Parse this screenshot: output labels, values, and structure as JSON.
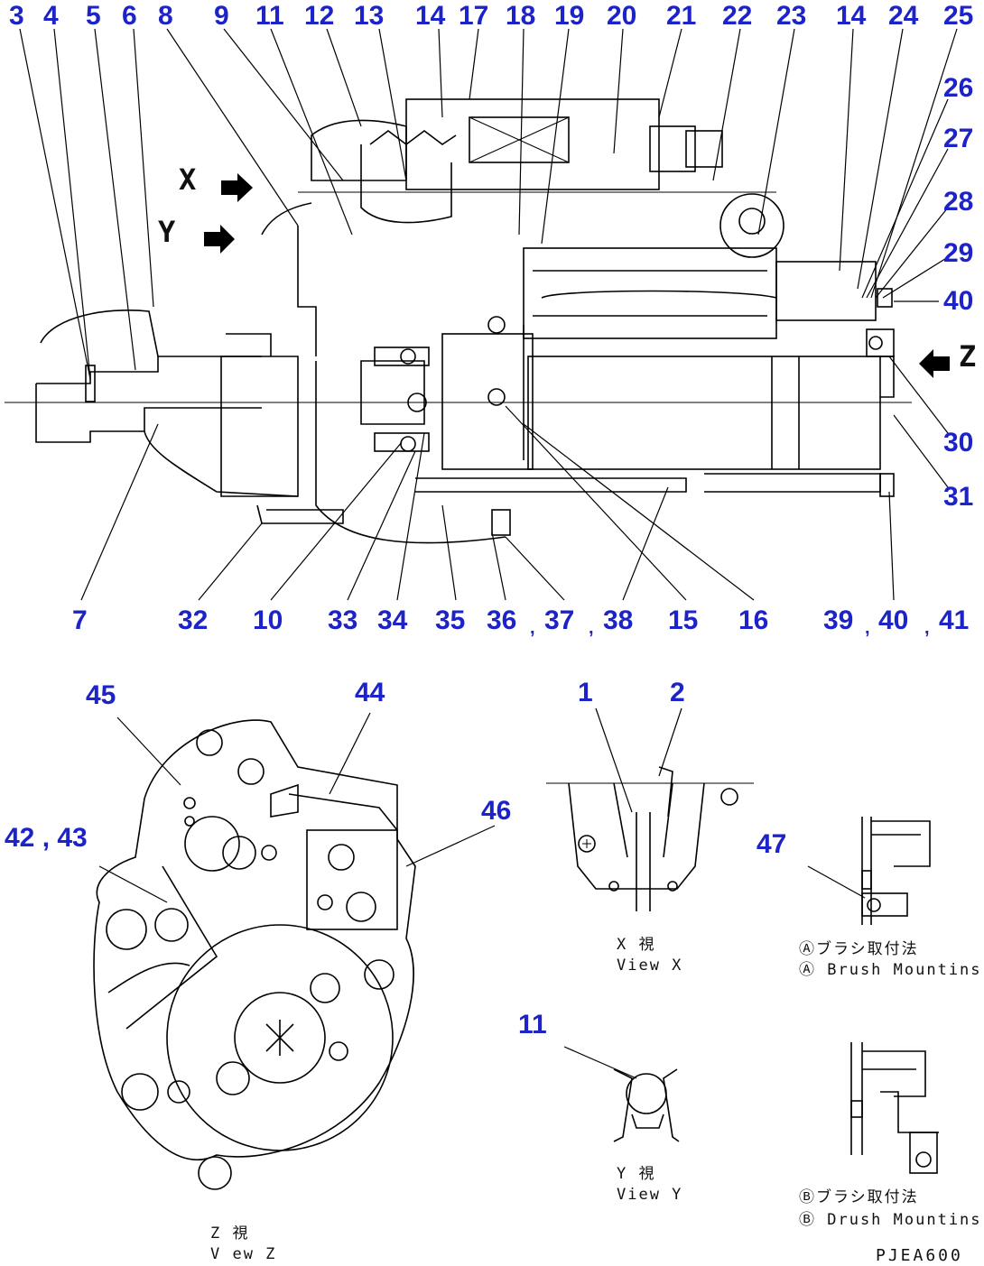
{
  "part_labels": {
    "n3": "3",
    "n4": "4",
    "n5": "5",
    "n6": "6",
    "n8": "8",
    "n9": "9",
    "n11": "11",
    "n12": "12",
    "n13": "13",
    "n14a": "14",
    "n17": "17",
    "n18": "18",
    "n19": "19",
    "n20": "20",
    "n21": "21",
    "n22": "22",
    "n23": "23",
    "n14b": "14",
    "n24": "24",
    "n25": "25",
    "n26": "26",
    "n27": "27",
    "n28": "28",
    "n29": "29",
    "n40a": "40",
    "n30": "30",
    "n31": "31",
    "n7": "7",
    "n32": "32",
    "n10": "10",
    "n33": "33",
    "n34": "34",
    "n35": "35",
    "n36": "36",
    "n37": "37",
    "n38": "38",
    "n15": "15",
    "n16": "16",
    "n39": "39",
    "n40b": "40",
    "n41": "41",
    "n45": "45",
    "n44": "44",
    "n1": "1",
    "n2": "2",
    "n46": "46",
    "n42_43": "42 , 43",
    "n47": "47",
    "n11b": "11",
    "sep_37": ",",
    "sep_38": ",",
    "sep_40": ",",
    "sep_41": ","
  },
  "view_markers": {
    "x": "X",
    "y": "Y",
    "z": "Z"
  },
  "captions": {
    "view_x_jp": "X  視",
    "view_x_en": "View X",
    "view_y_jp": "Y  視",
    "view_y_en": "View Y",
    "view_z_jp": "Z  視",
    "view_z_en": "V ew Z",
    "brush_a_jp": "Ⓐブラシ取付法",
    "brush_a_en": "Ⓐ Brush Mountins",
    "brush_b_jp": "Ⓑブラシ取付法",
    "brush_b_en": "Ⓑ Drush Mountins"
  },
  "drawing_code": "PJEA600",
  "colors": {
    "label": "#1c23c8",
    "line": "#000000"
  }
}
